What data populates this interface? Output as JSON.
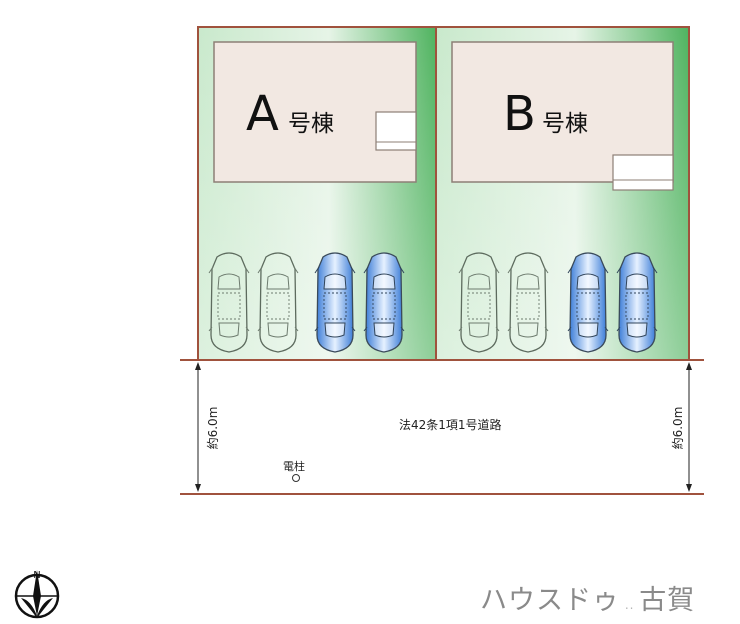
{
  "lots": [
    {
      "id": "A",
      "letter": "A",
      "suffix": "号棟"
    },
    {
      "id": "B",
      "letter": "B",
      "suffix": "号棟"
    }
  ],
  "road": {
    "label": "法42条1項1号道路",
    "width_left": "約6.0m",
    "width_right": "約6.0m"
  },
  "pole": {
    "label": "電柱"
  },
  "compass": {
    "north": "N"
  },
  "brand": {
    "name": "ハウスドゥ",
    "suffix": "古賀"
  },
  "colors": {
    "lot_green": "#6fc27a",
    "lot_green_light": "#d6eed8",
    "boundary": "#a0523d",
    "house_fill": "#f2e8e2",
    "car_blue": "#4b8fe0"
  }
}
